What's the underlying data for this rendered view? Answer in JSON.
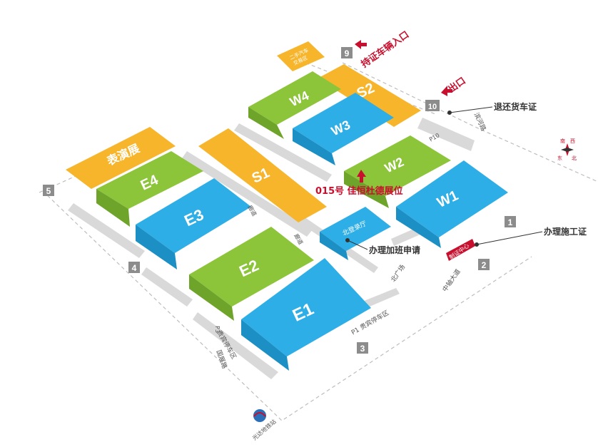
{
  "colors": {
    "blue": "#2eaee6",
    "blue_dark": "#1c8fc4",
    "green": "#8cc43a",
    "green_dark": "#6ea42a",
    "orange": "#f7b52c",
    "red": "#c8102e",
    "gray": "#d9d9d9"
  },
  "halls": {
    "w4": "W4",
    "w3": "W3",
    "s2": "S2",
    "w2": "W2",
    "w1": "W1",
    "s1": "S1",
    "e4": "E4",
    "e3": "E3",
    "e2": "E2",
    "e1": "E1",
    "performance": "表演展"
  },
  "areas": {
    "used_car_line1": "二手汽车",
    "used_car_line2": "交易区",
    "north_hall": "北登录厅",
    "cert_center": "制证中心",
    "p1": "P1 贵宾停车区",
    "p3_prefix": "P3",
    "p3_text": "贵宾停车区",
    "p10": "P10"
  },
  "gates": {
    "g1": "1",
    "g2": "2",
    "g3": "3",
    "g4": "4",
    "g5": "5",
    "g9": "9",
    "g10": "10"
  },
  "annotations": {
    "vehicle_entry": "持证车辆入口",
    "exit": "出口",
    "return_pass": "退还货车证",
    "construction_pass": "办理施工证",
    "overtime": "办理加班申请",
    "booth": "015号  佳恒杜德展位"
  },
  "roads": {
    "langlang1": "廊道",
    "langlang2": "廊道",
    "north_square": "北广场",
    "zhongzhou": "中轴大道",
    "binhe": "滨河路",
    "guozhan": "国展路"
  },
  "compass": {
    "south": "南",
    "east": "东",
    "west": "西",
    "north": "北"
  },
  "metro_station": "光达地铁站"
}
